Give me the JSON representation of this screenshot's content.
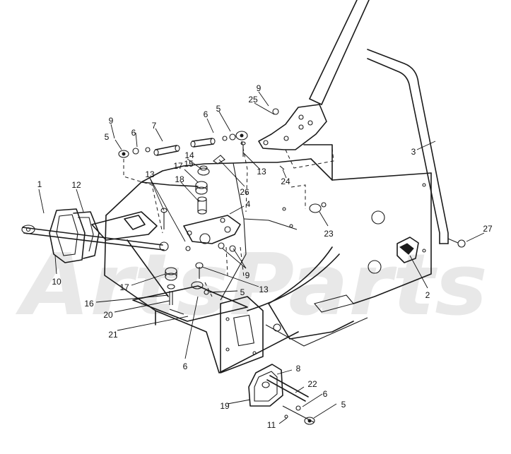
{
  "watermark": "ArtsParts",
  "callouts": [
    {
      "id": "c1",
      "text": "1"
    },
    {
      "id": "c2",
      "text": "2"
    },
    {
      "id": "c3",
      "text": "3"
    },
    {
      "id": "c4",
      "text": "4"
    },
    {
      "id": "c5a",
      "text": "5"
    },
    {
      "id": "c5b",
      "text": "5"
    },
    {
      "id": "c5c",
      "text": "5"
    },
    {
      "id": "c5d",
      "text": "5"
    },
    {
      "id": "c6a",
      "text": "6"
    },
    {
      "id": "c6b",
      "text": "6"
    },
    {
      "id": "c6c",
      "text": "6"
    },
    {
      "id": "c6d",
      "text": "6"
    },
    {
      "id": "c7",
      "text": "7"
    },
    {
      "id": "c8",
      "text": "8"
    },
    {
      "id": "c9a",
      "text": "9"
    },
    {
      "id": "c9b",
      "text": "9"
    },
    {
      "id": "c9c",
      "text": "9"
    },
    {
      "id": "c10",
      "text": "10"
    },
    {
      "id": "c11",
      "text": "11"
    },
    {
      "id": "c12",
      "text": "12"
    },
    {
      "id": "c13a",
      "text": "13"
    },
    {
      "id": "c13b",
      "text": "13"
    },
    {
      "id": "c13c",
      "text": "13"
    },
    {
      "id": "c14",
      "text": "14"
    },
    {
      "id": "c15",
      "text": "15"
    },
    {
      "id": "c16",
      "text": "16"
    },
    {
      "id": "c17a",
      "text": "17"
    },
    {
      "id": "c17b",
      "text": "17"
    },
    {
      "id": "c18",
      "text": "18"
    },
    {
      "id": "c19",
      "text": "19"
    },
    {
      "id": "c20",
      "text": "20"
    },
    {
      "id": "c21",
      "text": "21"
    },
    {
      "id": "c22",
      "text": "22"
    },
    {
      "id": "c23",
      "text": "23"
    },
    {
      "id": "c24",
      "text": "24"
    },
    {
      "id": "c25",
      "text": "25"
    },
    {
      "id": "c26",
      "text": "26"
    },
    {
      "id": "c27",
      "text": "27"
    }
  ]
}
